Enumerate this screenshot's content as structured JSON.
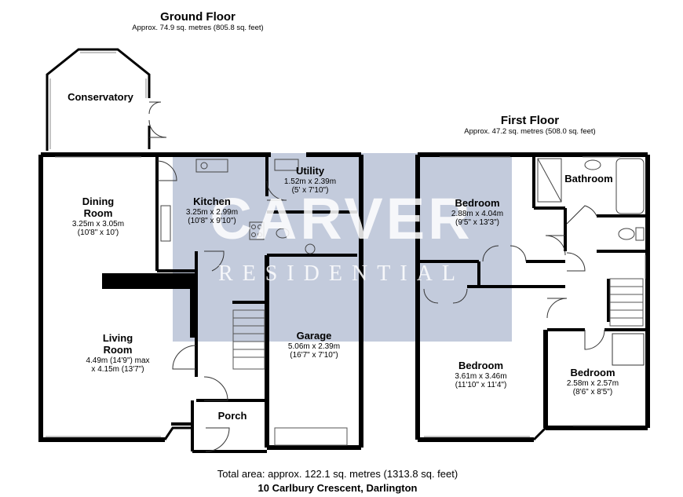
{
  "ground_floor": {
    "title": "Ground Floor",
    "area": "Approx. 74.9 sq. metres (805.8 sq. feet)",
    "rooms": {
      "conservatory": {
        "name": "Conservatory"
      },
      "dining": {
        "name_line1": "Dining",
        "name_line2": "Room",
        "dim1": "3.25m x 3.05m",
        "dim2": "(10'8\" x 10')"
      },
      "kitchen": {
        "name": "Kitchen",
        "dim1": "3.25m x 2.99m",
        "dim2": "(10'8\" x 9'10\")"
      },
      "utility": {
        "name": "Utility",
        "dim1": "1.52m x 2.39m",
        "dim2": "(5' x 7'10\")"
      },
      "living": {
        "name_line1": "Living",
        "name_line2": "Room",
        "dim1": "4.49m (14'9\") max",
        "dim2": "x 4.15m (13'7\")"
      },
      "garage": {
        "name": "Garage",
        "dim1": "5.06m x 2.39m",
        "dim2": "(16'7\" x 7'10\")"
      },
      "porch": {
        "name": "Porch"
      }
    }
  },
  "first_floor": {
    "title": "First Floor",
    "area": "Approx. 47.2 sq. metres (508.0 sq. feet)",
    "rooms": {
      "bedroom1": {
        "name": "Bedroom",
        "dim1": "2.88m x 4.04m",
        "dim2": "(9'5\" x 13'3\")"
      },
      "bathroom": {
        "name": "Bathroom"
      },
      "bedroom2": {
        "name": "Bedroom",
        "dim1": "3.61m x 3.46m",
        "dim2": "(11'10\" x 11'4\")"
      },
      "bedroom3": {
        "name": "Bedroom",
        "dim1": "2.58m x 2.57m",
        "dim2": "(8'6\" x 8'5\")"
      }
    }
  },
  "watermark": {
    "brand": "CARVER",
    "sub": "RESIDENTIAL"
  },
  "footer": {
    "total_area": "Total area: approx. 122.1 sq. metres (1313.8 sq. feet)",
    "address": "10 Carlbury Crescent, Darlington"
  },
  "colors": {
    "wall": "#000000",
    "watermark_bg": "#b8c2d6",
    "fixture": "#444444"
  }
}
